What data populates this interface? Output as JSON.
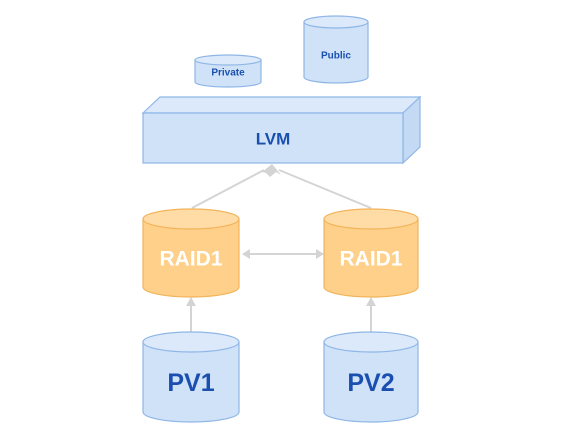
{
  "diagram": {
    "volumes": {
      "private": "Private",
      "public": "Public"
    },
    "lvm": "LVM",
    "raid_left": "RAID1",
    "raid_right": "RAID1",
    "pv1": "PV1",
    "pv2": "PV2"
  },
  "colors": {
    "blue_fill": "#cfe2f8",
    "blue_stroke": "#8fb6e6",
    "blue_text": "#1a4fb0",
    "orange_fill": "#ffd08a",
    "orange_stroke": "#f2b35a",
    "orange_text": "#ffffff",
    "arrow": "#d4d4d4"
  }
}
